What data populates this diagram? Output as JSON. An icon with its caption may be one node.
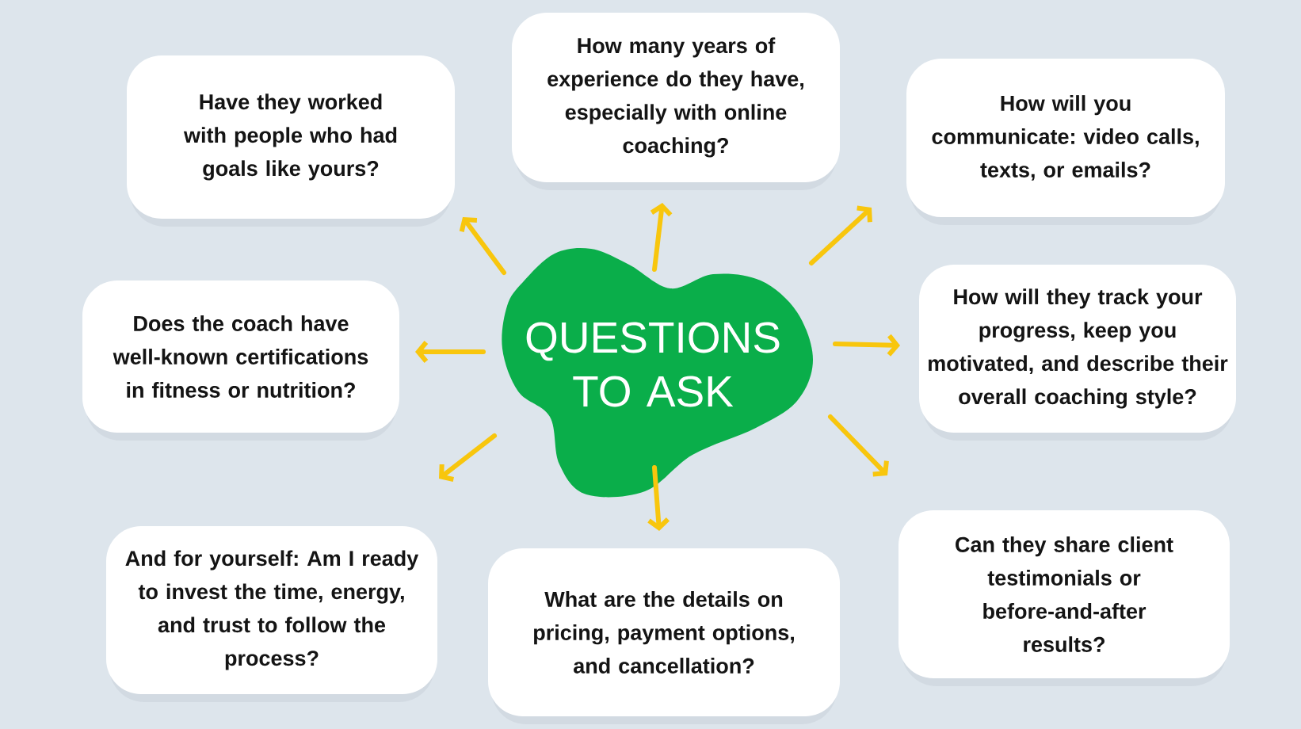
{
  "diagram": {
    "nodes": [
      {
        "text": [
          "QUESTIONS TO ASK"
        ]
      },
      {
        "text": [
          "Have they worked with people who had goals like yours?"
        ]
      },
      {
        "text": [
          "How many years of experience do they have, especially with online coaching?"
        ]
      },
      {
        "text": [
          "How will you communicate: video calls, texts, or emails?"
        ]
      },
      {
        "text": [
          "Does the coach have well-known certifications in fitness or nutrition?"
        ]
      },
      {
        "text": [
          "How will they track your progress, keep you motivated, and describe their overall coaching style?"
        ]
      },
      {
        "text": [
          "And for yourself: Am I ready to invest the time, energy, and trust to follow the process?"
        ]
      },
      {
        "text": [
          "What are the details on pricing, payment options, and cancellation?"
        ]
      },
      {
        "text": [
          "Can they share client testimonials or before-and-after results?"
        ]
      }
    ],
    "edges": [
      {
        "from": 0,
        "to": 1,
        "arrow": "to"
      },
      {
        "from": 0,
        "to": 2,
        "arrow": "to"
      },
      {
        "from": 0,
        "to": 3,
        "arrow": "to"
      },
      {
        "from": 0,
        "to": 4,
        "arrow": "to"
      },
      {
        "from": 0,
        "to": 5,
        "arrow": "to"
      },
      {
        "from": 0,
        "to": 6,
        "arrow": "to"
      },
      {
        "from": 0,
        "to": 7,
        "arrow": "to"
      },
      {
        "from": 0,
        "to": 8,
        "arrow": "to"
      }
    ]
  }
}
